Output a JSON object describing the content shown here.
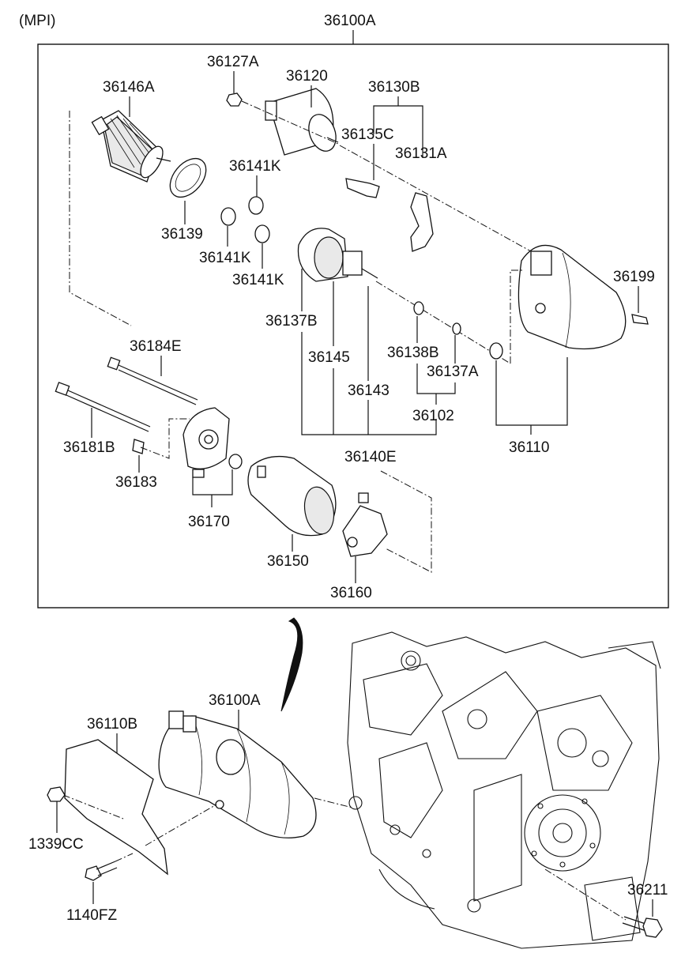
{
  "variant_label": "(MPI)",
  "labels": {
    "assembly_top": "36100A",
    "armature": "36146A",
    "nut_small": "36127A",
    "solenoid": "36120",
    "lever_set": "36130B",
    "lever_pin": "36135C",
    "lever": "36131A",
    "gear_1": "36141K",
    "gear_2": "36141K",
    "gear_3": "36141K",
    "plate": "36139",
    "screw": "36199",
    "clutch": "36137B",
    "pinion": "36145",
    "shaft": "36143",
    "ring": "36138B",
    "stopper": "36137A",
    "shaft_set": "36102",
    "housing": "36110",
    "through_bolt_upper": "36184E",
    "through_bolt_lower": "36181B",
    "screw_small": "36183",
    "end_frame": "36170",
    "clutch_set": "36140E",
    "yoke": "36150",
    "brush_holder": "36160",
    "assembly_bottom": "36100A",
    "heat_cover": "36110B",
    "nut": "1339CC",
    "bolt_small": "1140FZ",
    "bolt_large": "36211"
  }
}
